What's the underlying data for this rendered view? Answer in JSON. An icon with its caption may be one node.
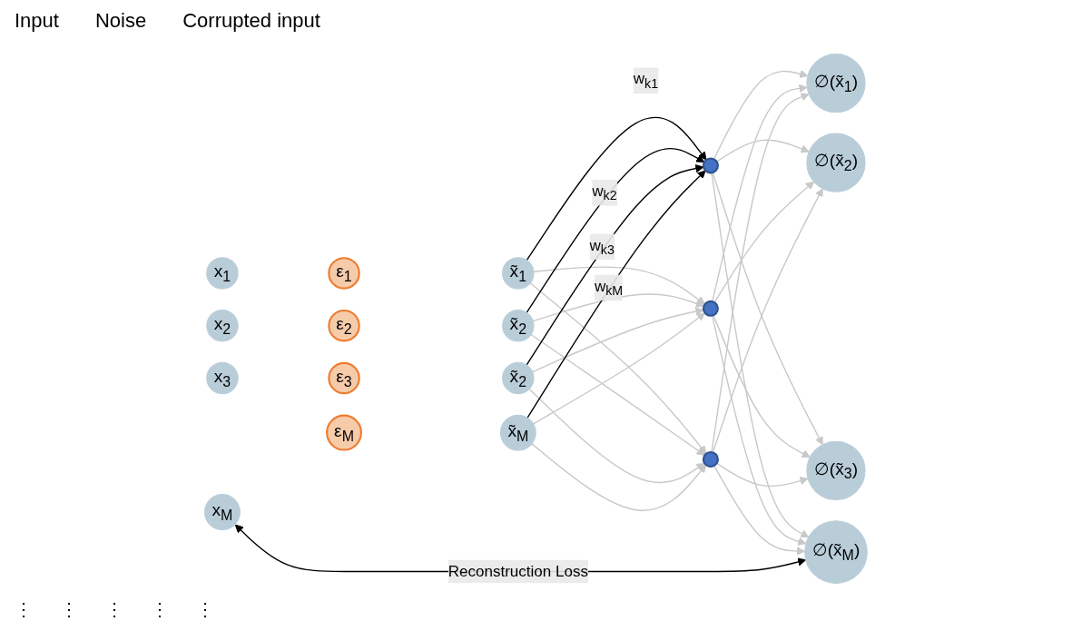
{
  "diagram": {
    "nodes": [
      {
        "text": [
          "x$_{1}$"
        ]
      },
      {
        "text": [
          "x$_{2}$"
        ]
      },
      {
        "text": [
          "x$_{3}$"
        ]
      },
      {
        "text": [
          "x$_{M}$"
        ]
      },
      {
        "text": [
          "ε$_{1}$"
        ]
      },
      {
        "text": [
          "ε$_{2}$"
        ]
      },
      {
        "text": [
          "ε$_{3}$"
        ]
      },
      {
        "text": [
          "ε$_{M}$"
        ]
      },
      {
        "text": [
          "x̃$_{1}$"
        ]
      },
      {
        "text": [
          "x̃$_{2}$"
        ]
      },
      {
        "text": [
          "x̃$_{2}$"
        ]
      },
      {
        "text": [
          "x̃$_{M}$"
        ]
      },
      {
        "text": [],
        "shape": "circle"
      },
      {
        "text": [],
        "shape": "circle"
      },
      {
        "text": [],
        "shape": "circle"
      },
      {
        "text": [
          "∅(x̃$_{1}$)"
        ]
      },
      {
        "text": [
          "∅(x̃$_{2}$)"
        ]
      },
      {
        "text": [
          "∅(x̃$_{3}$)"
        ]
      },
      {
        "text": [
          "∅(x̃$_{M}$)"
        ]
      }
    ],
    "edges": [
      {
        "from": 8,
        "to": 12,
        "arrow": "to",
        "label": "w$_{k1}$",
        "color": "#000000"
      },
      {
        "from": 8,
        "to": 13,
        "arrow": "to"
      },
      {
        "from": 8,
        "to": 14,
        "arrow": "to"
      },
      {
        "from": 9,
        "to": 12,
        "arrow": "to",
        "label": "w$_{k2}$",
        "color": "#000000"
      },
      {
        "from": 9,
        "to": 13,
        "arrow": "to"
      },
      {
        "from": 9,
        "to": 14,
        "arrow": "to"
      },
      {
        "from": 10,
        "to": 12,
        "arrow": "to",
        "label": "w$_{k3}$",
        "color": "#000000"
      },
      {
        "from": 10,
        "to": 13,
        "arrow": "to"
      },
      {
        "from": 10,
        "to": 14,
        "arrow": "to"
      },
      {
        "from": 11,
        "to": 12,
        "arrow": "to",
        "label": "w$_{kM}$",
        "color": "#000000"
      },
      {
        "from": 11,
        "to": 13,
        "arrow": "to"
      },
      {
        "from": 11,
        "to": 14,
        "arrow": "to"
      },
      {
        "from": 12,
        "to": 15,
        "arrow": "to"
      },
      {
        "from": 12,
        "to": 16,
        "arrow": "to"
      },
      {
        "from": 12,
        "to": 17,
        "arrow": "to"
      },
      {
        "from": 12,
        "to": 18,
        "arrow": "to"
      },
      {
        "from": 13,
        "to": 15,
        "arrow": "to"
      },
      {
        "from": 13,
        "to": 16,
        "arrow": "to"
      },
      {
        "from": 13,
        "to": 17,
        "arrow": "to"
      },
      {
        "from": 13,
        "to": 18,
        "arrow": "to"
      },
      {
        "from": 14,
        "to": 15,
        "arrow": "to"
      },
      {
        "from": 14,
        "to": 16,
        "arrow": "to"
      },
      {
        "from": 14,
        "to": 17,
        "arrow": "to"
      },
      {
        "from": 14,
        "to": 18,
        "arrow": "to"
      },
      {
        "from": 3,
        "to": 18,
        "arrow": "both",
        "label": "Reconstruction Loss",
        "color": "#000000"
      }
    ],
    "labels": [
      "Input",
      "Noise",
      "Corrupted input",
      "⋮",
      "⋮",
      "⋮",
      "⋮",
      "⋮"
    ]
  }
}
